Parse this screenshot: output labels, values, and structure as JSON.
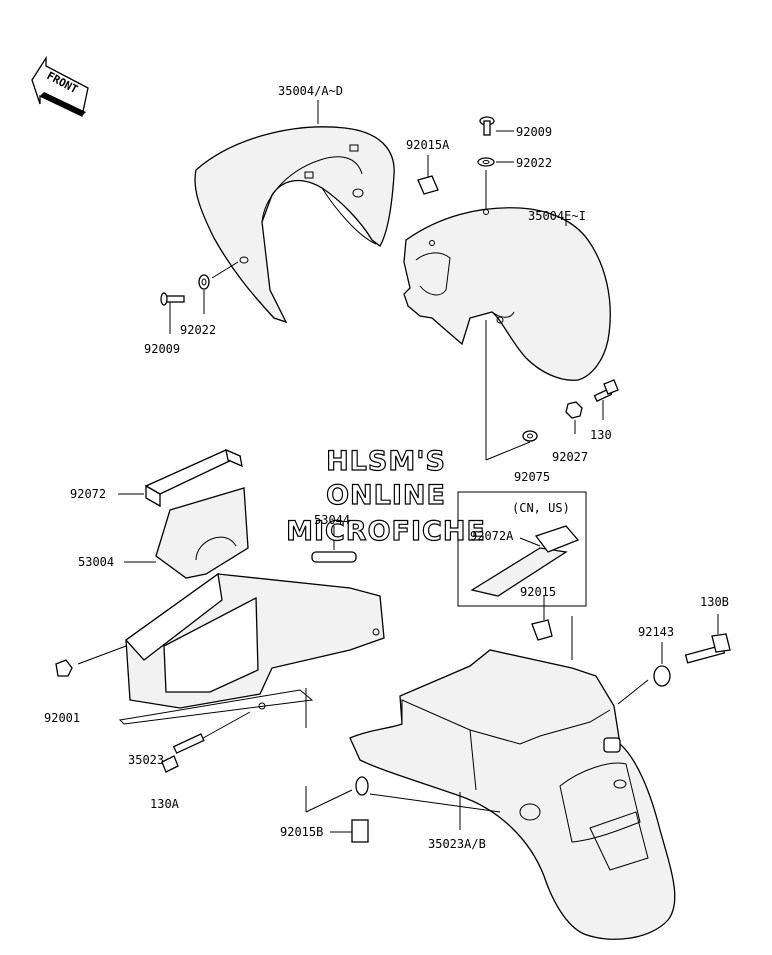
{
  "front_arrow": {
    "label": "FRONT"
  },
  "watermark": {
    "line1": "HLSM'S",
    "line2": "ONLINE",
    "line3": "MICROFICHE"
  },
  "inset": {
    "label": "(CN, US)"
  },
  "parts": {
    "p35004AD": "35004/A~D",
    "p92015A": "92015A",
    "p92009a": "92009",
    "p92022a": "92022",
    "p35004EI": "35004E~I",
    "p92022b": "92022",
    "p92009b": "92009",
    "p130": "130",
    "p92027": "92027",
    "p92075": "92075",
    "p92072": "92072",
    "p53044": "53044",
    "p92072A": "92072A",
    "p53004": "53004",
    "p92015": "92015",
    "p130B": "130B",
    "p92143": "92143",
    "p92001": "92001",
    "p35023": "35023",
    "p130A": "130A",
    "p92015B": "92015B",
    "p35023AB": "35023A/B"
  }
}
